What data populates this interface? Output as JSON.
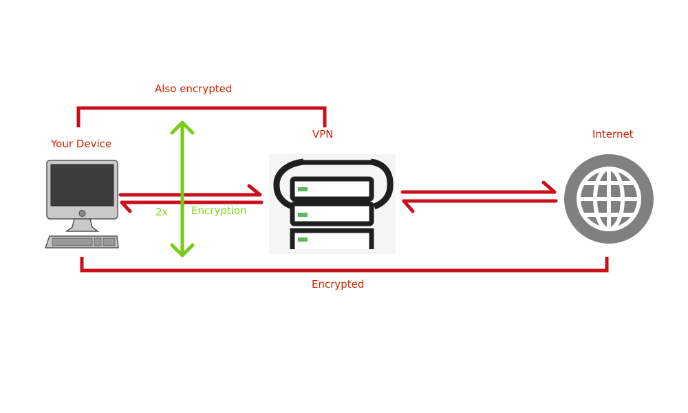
{
  "labels": {
    "also_encrypted": "Also encrypted",
    "your_device": "Your Device",
    "vpn": "VPN",
    "internet": "Internet",
    "two_x": "2x",
    "encryption": "Encryption",
    "encrypted": "Encrypted"
  },
  "colors": {
    "red": "#c8101a",
    "green": "#76cc17",
    "label_red": "#cc2200",
    "label_green": "#7fdc13",
    "globe_gray": "#808080"
  },
  "icons": [
    "computer-icon",
    "server-stack-icon",
    "globe-icon"
  ]
}
